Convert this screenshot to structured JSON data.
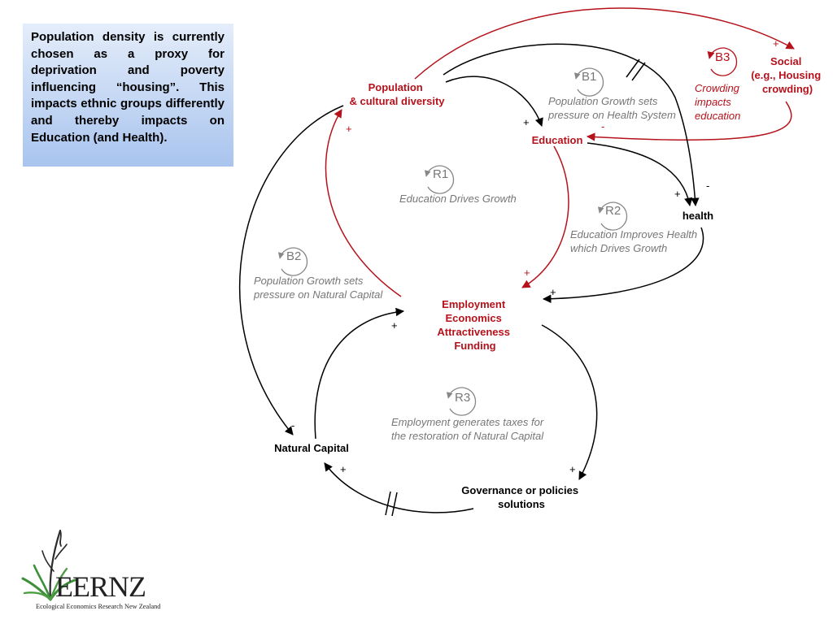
{
  "note": "Population density is currently chosen as a proxy for deprivation and poverty influencing “housing”. This impacts ethnic groups differently and thereby impacts on Education (and Health).",
  "nodes": {
    "population": [
      "Population",
      "& cultural diversity"
    ],
    "education": "Education",
    "social": [
      "Social",
      "(e.g., Housing",
      "crowding)"
    ],
    "health": "health",
    "employment": [
      "Employment",
      "Economics",
      "Attractiveness",
      "Funding"
    ],
    "natural_capital": "Natural Capital",
    "governance": [
      "Governance or policies",
      "solutions"
    ]
  },
  "loops": {
    "B1": {
      "id": "B1",
      "text": [
        "Population Growth sets",
        "pressure on Health System"
      ]
    },
    "B2": {
      "id": "B2",
      "text": [
        "Population Growth sets",
        "pressure on Natural Capital"
      ]
    },
    "B3": {
      "id": "B3",
      "text": [
        "Crowding",
        "impacts",
        "education"
      ]
    },
    "R1": {
      "id": "R1",
      "text": [
        "Education Drives Growth"
      ]
    },
    "R2": {
      "id": "R2",
      "text": [
        "Education  Improves Health",
        "which Drives Growth"
      ]
    },
    "R3": {
      "id": "R3",
      "text": [
        "Employment generates taxes for",
        "the restoration of Natural Capital"
      ]
    }
  },
  "signs": {
    "social_in": "+",
    "pop_in": "+",
    "edu_in_black": "+",
    "edu_in_red": "-",
    "health_in_edu": "+",
    "health_in_pop": "-",
    "emp_in_red": "+",
    "emp_in_health": "+",
    "emp_in_nat": "+",
    "nat_in_pop": "-",
    "nat_in_gov": "+",
    "gov_in": "+"
  },
  "logo": {
    "name": "EERNZ",
    "tagline": "Ecological Economics Research New Zealand"
  },
  "colors": {
    "red": "#b5121b",
    "black": "#000000",
    "gray": "#777777",
    "box_top": "#e4edfa",
    "box_bottom": "#a9c4ee"
  }
}
